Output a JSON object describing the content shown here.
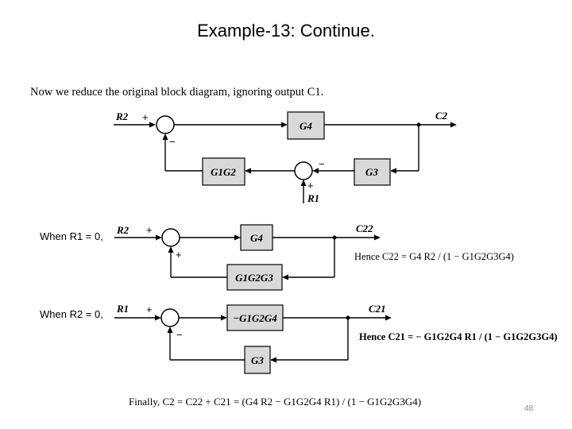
{
  "slide": {
    "title": "Example-13: Continue.",
    "page_number": "48"
  },
  "intro": {
    "text": "Now we reduce the original block diagram, ignoring output C1."
  },
  "diagram_top": {
    "input_label": "R2",
    "output_label": "C2",
    "disturbance_label": "R1",
    "blocks": [
      "G4",
      "G1G2",
      "G3"
    ],
    "signs": {
      "sum1_top": "+",
      "sum1_bottom": "−",
      "sum2_top": "−",
      "sum2_bottom": "+"
    }
  },
  "case1": {
    "label": "When R1 = 0,",
    "input_label": "R2",
    "output_label": "C22",
    "forward_block": "G4",
    "feedback_block": "G1G2G3",
    "signs": {
      "top": "+",
      "bottom": "+"
    },
    "equation": "Hence  C22 = G4 R2 / (1 − G1G2G3G4)"
  },
  "case2": {
    "label": "When R2 = 0,",
    "input_label": "R1",
    "output_label": "C21",
    "forward_block": "−G1G2G4",
    "feedback_block": "G3",
    "signs": {
      "top": "+",
      "bottom": "−"
    },
    "equation": "Hence  C21 = − G1G2G4 R1 / (1 − G1G2G3G4)"
  },
  "final": {
    "equation": "Finally,  C2 = C22 + C21 =  (G4 R2 − G1G2G4 R1) / (1 − G1G2G3G4)"
  }
}
